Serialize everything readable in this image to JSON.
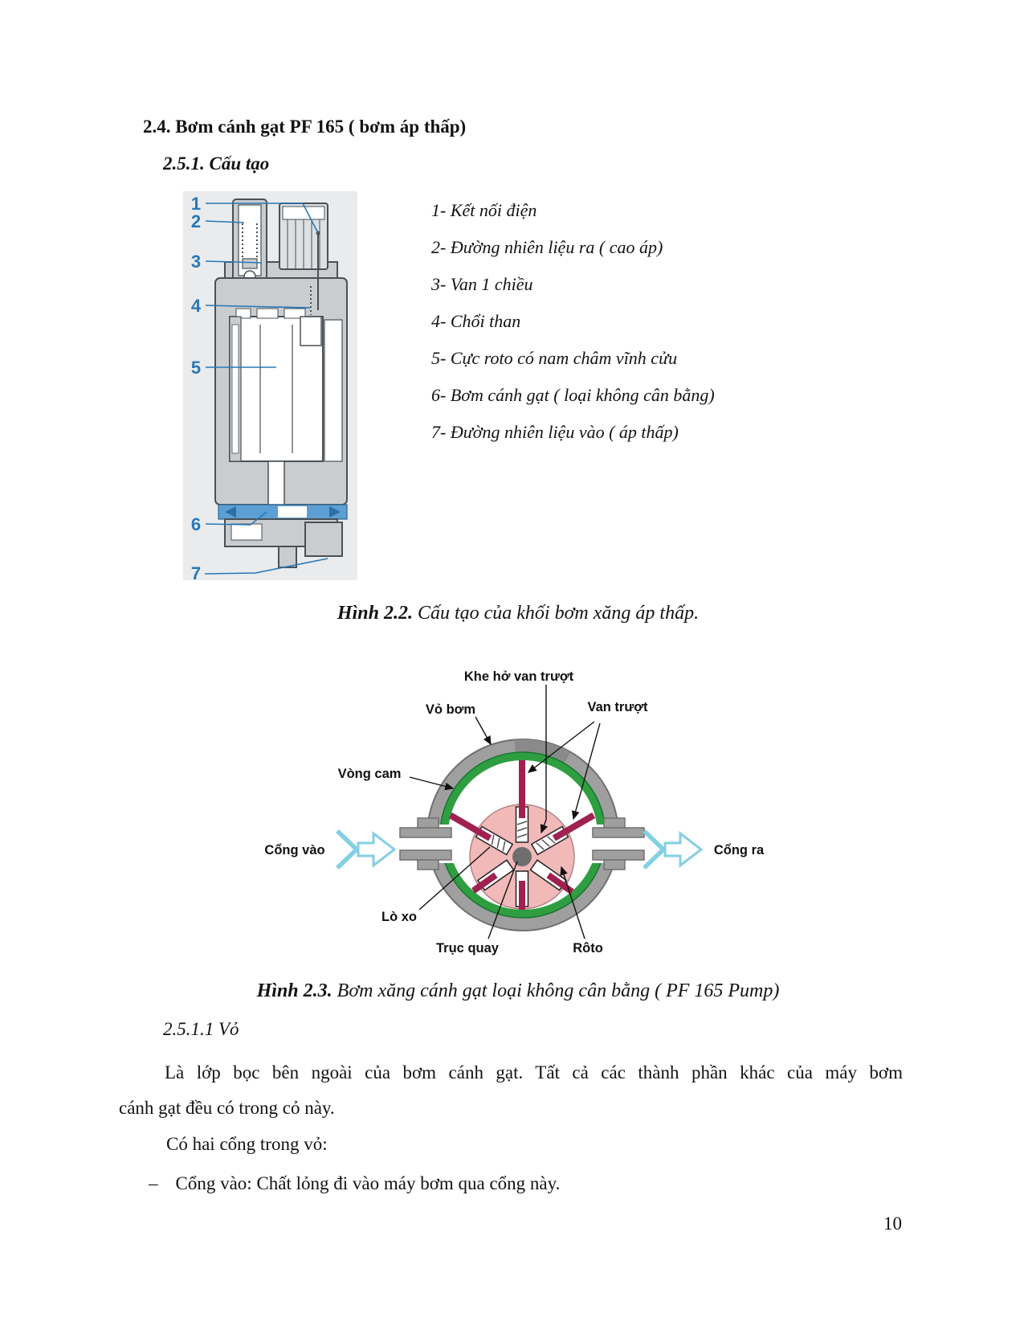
{
  "page": {
    "heading": "2.4. Bơm cánh gạt PF 165 ( bơm áp thấp)",
    "subheading": "2.5.1. Cấu tạo",
    "page_number": "10"
  },
  "figure1": {
    "numbers": [
      "1",
      "2",
      "3",
      "4",
      "5",
      "6",
      "7"
    ],
    "legend": [
      "1- Kết nối điện",
      "2- Đường nhiên liệu ra ( cao áp)",
      "3- Van 1 chiều",
      "4- Chổi than",
      "5- Cực roto có nam châm vĩnh cửu",
      "6- Bơm cánh gạt ( loại không cân bằng)",
      "7- Đường nhiên liệu vào ( áp thấp)"
    ],
    "caption_bold": "Hình 2.2.",
    "caption_rest": " Cấu tạo của khối bơm xăng áp thấp.",
    "colors": {
      "panel_bg": "#e9ebec",
      "housing_gray": "#c9cdd0",
      "outline": "#4a5055",
      "number_blue": "#2878b8",
      "pump_band_blue": "#5b9fd4"
    }
  },
  "figure2": {
    "labels": {
      "khe_ho": "Khe hở van trượt",
      "vo_bom": "Vỏ bơm",
      "van_truot": "Van trượt",
      "vong_cam": "Vòng cam",
      "cong_vao": "Cổng vào",
      "cong_ra": "Cổng ra",
      "lo_xo": "Lò xo",
      "truc_quay": "Trục quay",
      "roto": "Rôto"
    },
    "caption_bold": "Hình 2.3.",
    "caption_rest": " Bơm xăng cánh gạt loại không cân bằng ( PF 165 Pump)",
    "colors": {
      "housing_ring": "#9f9fa0",
      "cam_ring_green": "#2f9e41",
      "rotor_pink": "#f2b9b9",
      "vane_maroon": "#a02050",
      "shaft_gray": "#6e6e6e",
      "flow_arrow_cyan": "#84cfe3"
    }
  },
  "body": {
    "section": "2.5.1.1 Vỏ",
    "para_line1": "Là lớp bọc bên ngoài của bơm cánh gạt. Tất cả các thành phần khác của máy bơm",
    "para_line2": "cánh gạt đều có trong cỏ này.",
    "line3": "Có hai cổng trong vỏ:",
    "bullet_dash": "–",
    "bullet_text": "Cổng vào: Chất lỏng đi vào máy bơm qua cổng này."
  }
}
